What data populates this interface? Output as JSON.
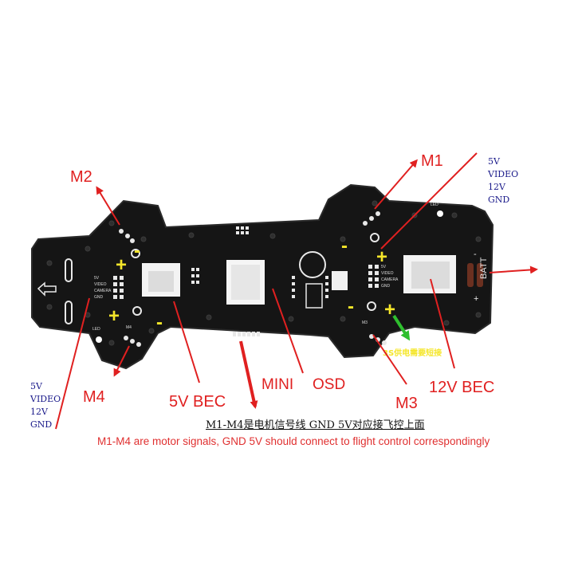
{
  "labels": {
    "m1": "M1",
    "m2": "M2",
    "m3": "M3",
    "m4": "M4",
    "bec_5v": "5V  BEC",
    "bec_12v": "12V  BEC",
    "mini": "MINI",
    "osd": "OSD",
    "plus": "+",
    "minus": "-"
  },
  "pins_right": [
    "5V",
    "VIDEO",
    "12V",
    "GND"
  ],
  "pins_left": [
    "5V",
    "VIDEO",
    "12V",
    "GND"
  ],
  "board_text": {
    "led_right": "LED",
    "led_left": "LED",
    "batt": "BATT",
    "batt_plus": "+",
    "batt_minus": "-",
    "m3_silk": "M3",
    "m4_silk": "M4",
    "cn_3s": "3S供电需要短接",
    "pad_labels_right": [
      "5V",
      "VIDEO",
      "CAMERA",
      "GND"
    ],
    "pad_labels_left": [
      "5V",
      "VIDEO",
      "CAMERA",
      "GND"
    ]
  },
  "captions": {
    "chinese": "M1-M4是电机信号线  GND  5V对应接飞控上面",
    "english": "M1-M4 are motor signals, GND 5V should connect to flight control correspondingly"
  },
  "colors": {
    "board": "#151515",
    "annotation": "#e02020",
    "pin_text": "#1a1a8a",
    "plus_marks": "#f5e62a",
    "arrow_green": "#2fbf2f"
  }
}
